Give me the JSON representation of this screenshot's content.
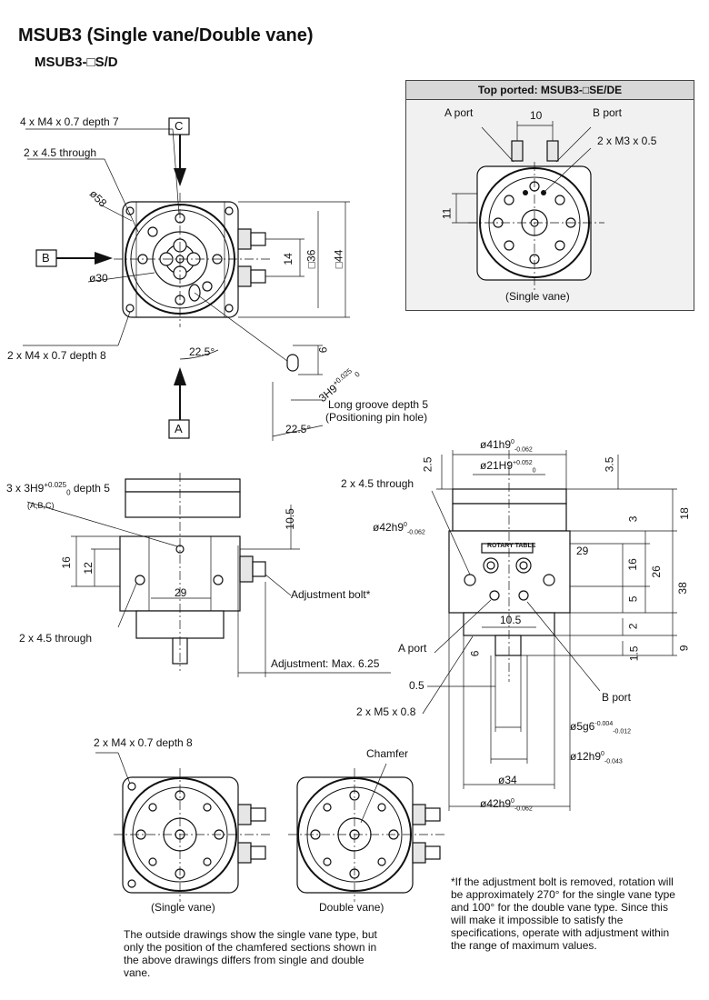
{
  "title": "MSUB3 (Single vane/Double vane)",
  "subtitle": "MSUB3-□S/D",
  "top_ported": {
    "heading": "Top ported: MSUB3-□SE/DE",
    "a_port": "A port",
    "b_port": "B port",
    "dim_10": "10",
    "thread": "2 x M3 x 0.5",
    "dim_11": "11",
    "caption": "(Single vane)"
  },
  "front_view": {
    "tap_top": "4 x M4 x 0.7 depth 7",
    "through": "2 x 4.5 through",
    "dia58": "ø58",
    "dia30": "ø30",
    "view_c": "C",
    "view_b": "B",
    "view_a": "A",
    "dim_14": "14",
    "dim_36": "□36",
    "dim_44": "□44",
    "tap_bottom": "2 x M4 x 0.7 depth 8",
    "angle1": "22.5°",
    "angle2": "22.5°",
    "groove_w": "6",
    "groove_fit": "3H9",
    "groove_tol_up": "+0.025",
    "groove_tol_lo": "0",
    "groove_note1": "Long groove depth 5",
    "groove_note2": "(Positioning pin hole)"
  },
  "side_view": {
    "hole_fit": "3 x 3H9",
    "hole_tol_up": "+0.025",
    "hole_tol_lo": "0",
    "hole_depth": "depth 5",
    "hole_datums": "(A,B,C)",
    "dim_10_5": "10.5",
    "dim_16": "16",
    "dim_12": "12",
    "dim_29": "29",
    "through": "2 x 4.5 through",
    "adj_bolt": "Adjustment bolt*",
    "adj_max": "Adjustment: Max. 6.25"
  },
  "right_view": {
    "d41": "ø41h9",
    "d41_up": "0",
    "d41_lo": "-0.062",
    "d21": "ø21H9",
    "d21_up": "+0.052",
    "d21_lo": "0",
    "dim_2_5": "2.5",
    "dim_3_5": "3.5",
    "through": "2 x 4.5 through",
    "d42": "ø42h9",
    "d42_up": "0",
    "d42_lo": "-0.062",
    "dim_3": "3",
    "dim_18": "18",
    "label_plate": "ROTARY TABLE",
    "dim_29": "29",
    "dim_16": "16",
    "dim_26": "26",
    "dim_38": "38",
    "dim_5": "5",
    "dim_10_5": "10.5",
    "dim_2": "2",
    "a_port": "A port",
    "dim_6": "6",
    "dim_1_5": "1.5",
    "dim_9": "9",
    "dim_0_5": "0.5",
    "b_port": "B port",
    "thread": "2 x M5 x 0.8",
    "d5": "ø5g6",
    "d5_up": "-0.004",
    "d5_lo": "-0.012",
    "d12": "ø12h9",
    "d12_up": "0",
    "d12_lo": "-0.043",
    "d34": "ø34",
    "d42b": "ø42h9",
    "d42b_up": "0",
    "d42b_lo": "-0.062"
  },
  "bottom_views": {
    "tap": "2 x M4 x 0.7 depth 8",
    "chamfer": "Chamfer",
    "caption_single": "(Single vane)",
    "caption_double": "Double vane)"
  },
  "notes": {
    "outside": "The outside drawings show the single vane type, but only the position of the chamfered sections shown in the above drawings differs from single and double vane.",
    "adjustment": "*If the adjustment bolt is removed, rotation will be approximately 270° for the single vane type and 100° for the double vane type. Since this will make it impossible to satisfy the specifications, operate with adjustment within the range of maximum values."
  }
}
